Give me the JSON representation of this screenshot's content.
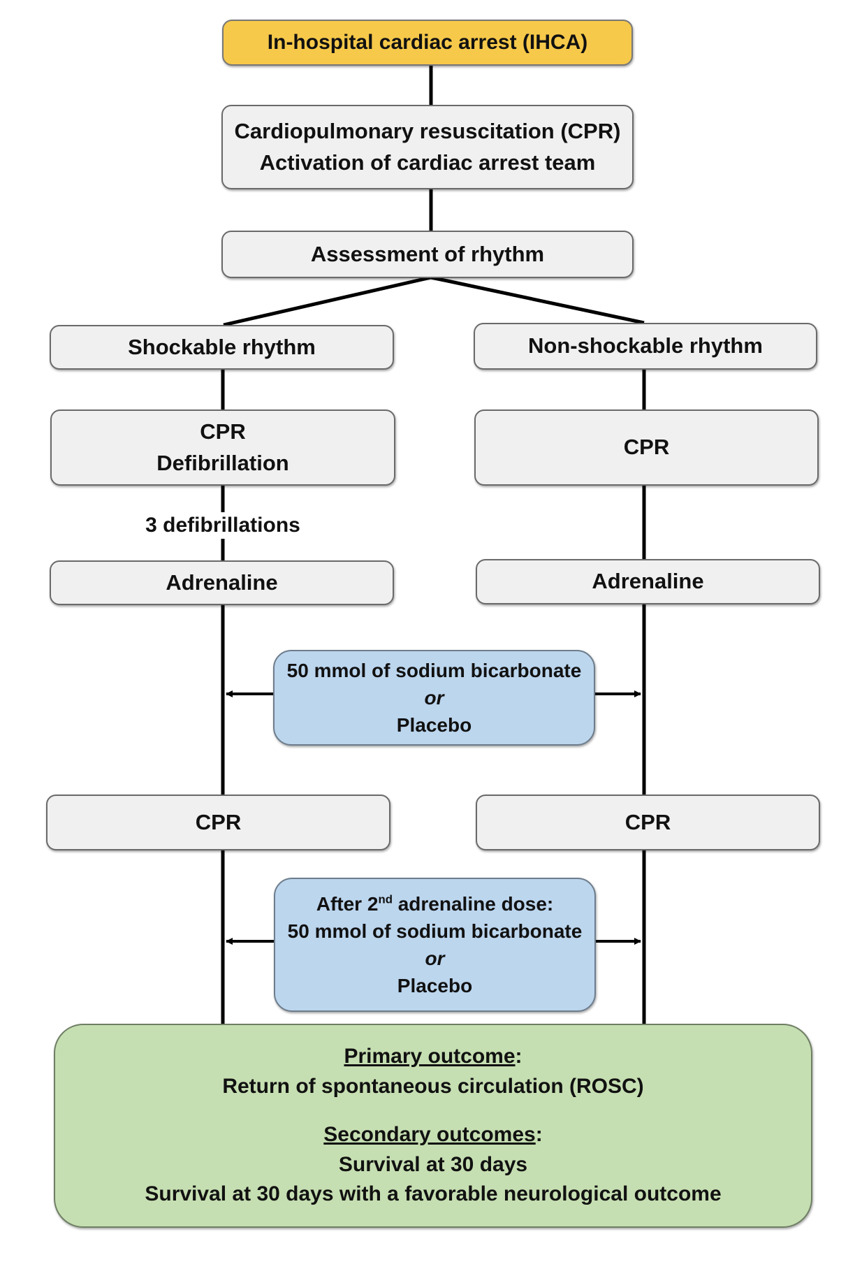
{
  "nodes": {
    "ihca": "In-hospital cardiac arrest (IHCA)",
    "cpr_init": [
      "Cardiopulmonary resuscitation (CPR)",
      "Activation of cardiac arrest team"
    ],
    "assessment": "Assessment of rhythm",
    "shockable": "Shockable rhythm",
    "non_shockable": "Non-shockable rhythm",
    "left_cpr_defib": [
      "CPR",
      "Defibrillation"
    ],
    "right_cpr": "CPR",
    "defib_count_label": "3 defibrillations",
    "left_adrenaline": "Adrenaline",
    "right_adrenaline": "Adrenaline",
    "intervention_1": {
      "line1": "50 mmol of sodium bicarbonate",
      "or": "or",
      "line3": "Placebo"
    },
    "left_cpr_2": "CPR",
    "right_cpr_2": "CPR",
    "intervention_2": {
      "line1_pre": "After 2",
      "line1_sup": "nd",
      "line1_post": " adrenaline dose:",
      "line2": "50 mmol of sodium bicarbonate",
      "or": "or",
      "line4": "Placebo"
    },
    "outcomes": {
      "primary_heading": "Primary outcome",
      "primary_text": "Return of spontaneous circulation (ROSC)",
      "secondary_heading": "Secondary outcomes",
      "secondary_1": "Survival at 30 days",
      "secondary_2": "Survival at 30 days with a favorable neurological outcome"
    }
  },
  "colors": {
    "start": "#f7c94a",
    "step": "#f1f0f1",
    "intervention": "#bcd6ee",
    "outcome": "#c6dfb2"
  }
}
